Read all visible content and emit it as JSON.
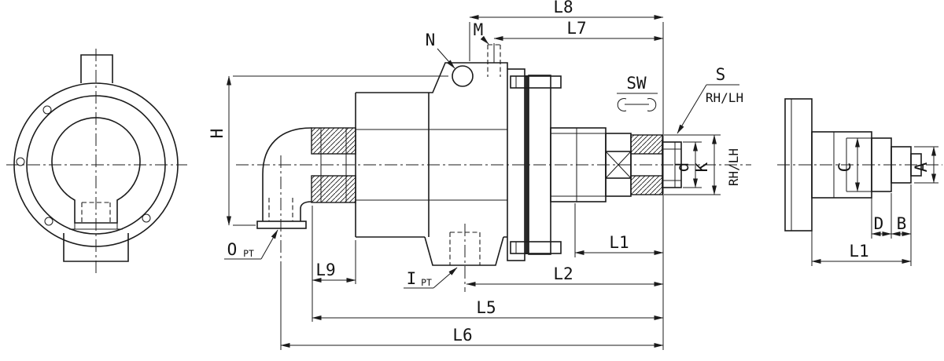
{
  "drawing": {
    "type": "technical-drawing",
    "background": "#ffffff",
    "line_color": "#1b1b1b"
  },
  "labels": {
    "n": "N",
    "m": "M",
    "h": "H",
    "l8": "L8",
    "l7": "L7",
    "l9": "L9",
    "l1_main": "L1",
    "l2": "L2",
    "l5": "L5",
    "l6": "L6",
    "sw": "SW",
    "s": "S",
    "rhlh_under_s": "RH/LH",
    "rhlh_vertical": "RH/LH",
    "d_lower": "d",
    "k": "K",
    "o_port": "O",
    "o_port_unit": "PT",
    "i_port": "I",
    "i_port_unit": "PT",
    "a": "A",
    "b": "B",
    "c": "C",
    "d_upper": "D",
    "l1_detail": "L1"
  }
}
